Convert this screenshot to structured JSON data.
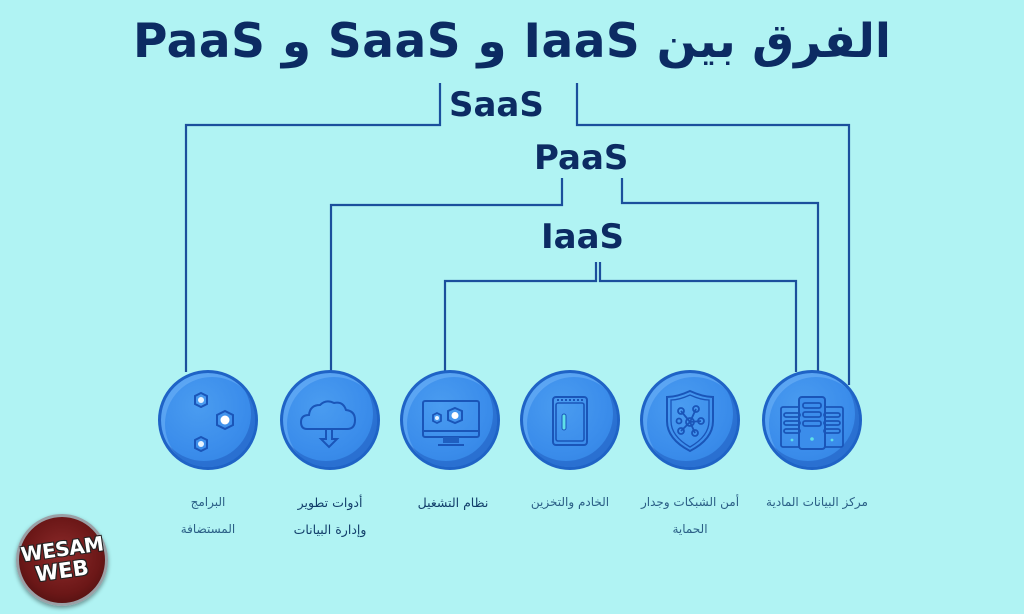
{
  "title": "الفرق بين IaaS و SaaS و PaaS",
  "layers": {
    "saas": "SaaS",
    "paas": "PaaS",
    "iaas": "IaaS"
  },
  "components": [
    {
      "id": "hosted-software",
      "icon": "gears-icon",
      "line1": "البرامج",
      "line2": "المستضافة",
      "layer": "SaaS"
    },
    {
      "id": "dev-tools",
      "icon": "cloud-download-icon",
      "line1": "أدوات تطوير",
      "line2": "وإدارة البيانات",
      "layer": "PaaS"
    },
    {
      "id": "operating-system",
      "icon": "monitor-gears-icon",
      "line1": "نظام التشغيل",
      "line2": "",
      "layer": "IaaS"
    },
    {
      "id": "server-storage",
      "icon": "storage-device-icon",
      "line1": "الخادم والتخزين",
      "line2": "",
      "layer": ""
    },
    {
      "id": "network-security",
      "icon": "shield-network-icon",
      "line1": "أمن الشبكات وجدار",
      "line2": "الحماية",
      "layer": ""
    },
    {
      "id": "datacenter",
      "icon": "server-rack-icon",
      "line1": "مركز البيانات المادية",
      "line2": "",
      "layer": "IaaS/PaaS/SaaS"
    }
  ],
  "logo": {
    "line1": "WESAM",
    "line2": "WEB"
  },
  "colors": {
    "background": "#b0f3f3",
    "title": "#0c2b63",
    "line": "#1b4f9c",
    "circle": "#3b8deb",
    "circle_border": "#1f63c6"
  }
}
